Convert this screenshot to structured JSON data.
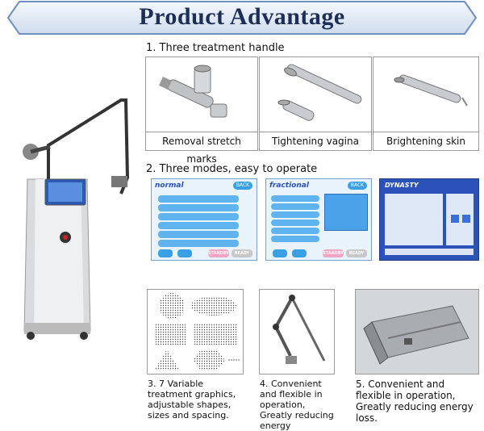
{
  "banner": {
    "title": "Product Advantage"
  },
  "section1": {
    "title": "1. Three treatment handle",
    "handles": [
      {
        "caption": "Removal stretch marks"
      },
      {
        "caption": "Tightening vagina"
      },
      {
        "caption": "Brightening skin"
      }
    ]
  },
  "section2": {
    "title": "2. Three modes, easy to operate",
    "screens": [
      {
        "mode": "normal",
        "back": "BACK",
        "standby": "STANDBY",
        "ready": "READY"
      },
      {
        "mode": "fractional",
        "back": "BACK",
        "standby": "STANDBY",
        "ready": "READY"
      },
      {
        "mode": "DYNASTY"
      }
    ]
  },
  "features": [
    {
      "text": "3. 7 Variable treatment graphics, adjustable shapes, sizes and spacing."
    },
    {
      "text": "4.  Convenient and flexible in operation, Greatly reducing energy"
    },
    {
      "text": "5.  Convenient and flexible in operation, Greatly reducing energy loss."
    }
  ],
  "colors": {
    "banner_bg": "#dfe9f6",
    "banner_border": "#6f8fbf",
    "title": "#1d2f56",
    "screen_blue": "#2b52b8"
  }
}
